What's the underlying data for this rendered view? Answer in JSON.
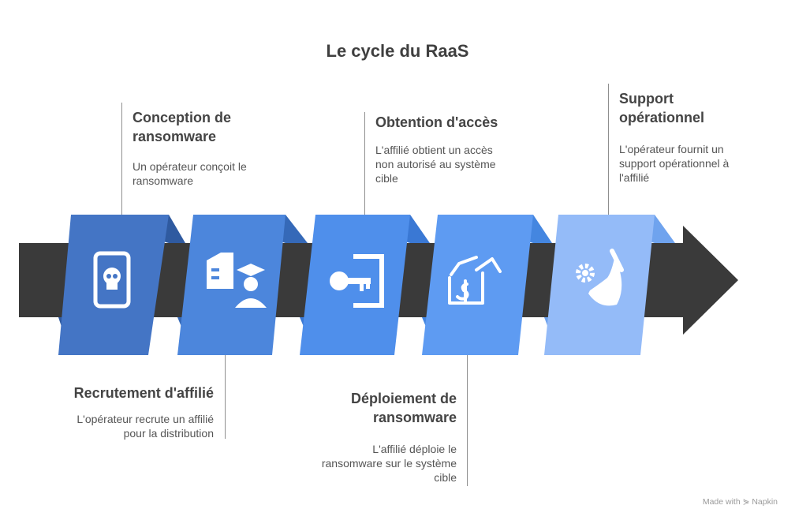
{
  "title": "Le cycle du RaaS",
  "steps": [
    {
      "title": "Conception de\nransomware",
      "description": "Un opérateur conçoit le\nransomware",
      "icon": "skull-phone-icon",
      "color": "#4475c5"
    },
    {
      "title": "Recrutement d'affilié",
      "description": "L'opérateur recrute un affilié\npour la distribution",
      "icon": "recruit-graduate-icon",
      "color": "#4c86dc"
    },
    {
      "title": "Obtention d'accès",
      "description": "L'affilié obtient un accès\nnon autorisé au système\ncible",
      "icon": "key-door-icon",
      "color": "#4f8feb"
    },
    {
      "title": "Déploiement de\nransomware",
      "description": "L'affilié déploie le\nransomware sur le système\ncible",
      "icon": "hand-money-icon",
      "color": "#5e9bf2"
    },
    {
      "title": "Support\nopérationnel",
      "description": "L'opérateur fournit un\nsupport opérationnel à\nl'affilié",
      "icon": "gear-hand-icon",
      "color": "#94bbf8"
    }
  ],
  "footer": "Made with ⋟ Napkin"
}
